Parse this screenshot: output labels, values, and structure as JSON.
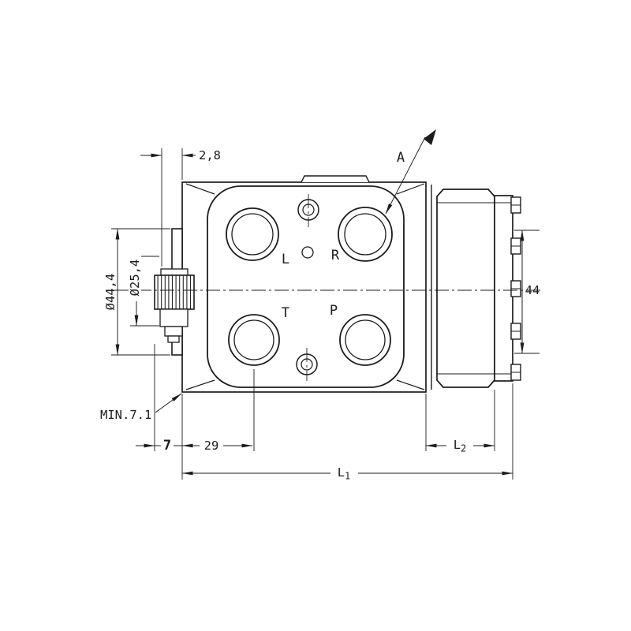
{
  "canvas": {
    "background": "#ffffff",
    "ink": "#1c1c1c"
  },
  "labels": {
    "ports": {
      "left": "L",
      "right": "R",
      "tank": "T",
      "pressure": "P"
    },
    "section": "A",
    "dims": {
      "top_width": "2,8",
      "flange_dia": "Ø44,4",
      "shaft_dia": "Ø25,4",
      "right_height": "44",
      "min_note": "MIN.7.1",
      "dim7": "7",
      "dim29": "29",
      "l1_base": "L",
      "l1_sub": "1",
      "l2_base": "L",
      "l2_sub": "2"
    }
  }
}
